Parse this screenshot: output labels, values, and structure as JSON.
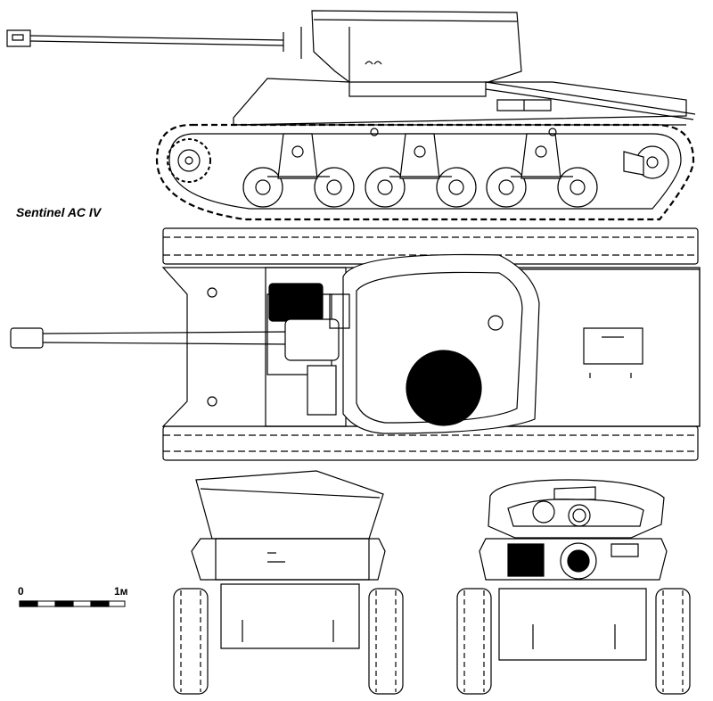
{
  "title": "Sentinel AC IV",
  "scale": {
    "start_label": "0",
    "end_label": "1м"
  },
  "colors": {
    "line": "#000000",
    "fill": "#ffffff",
    "hatch": "#000000"
  }
}
